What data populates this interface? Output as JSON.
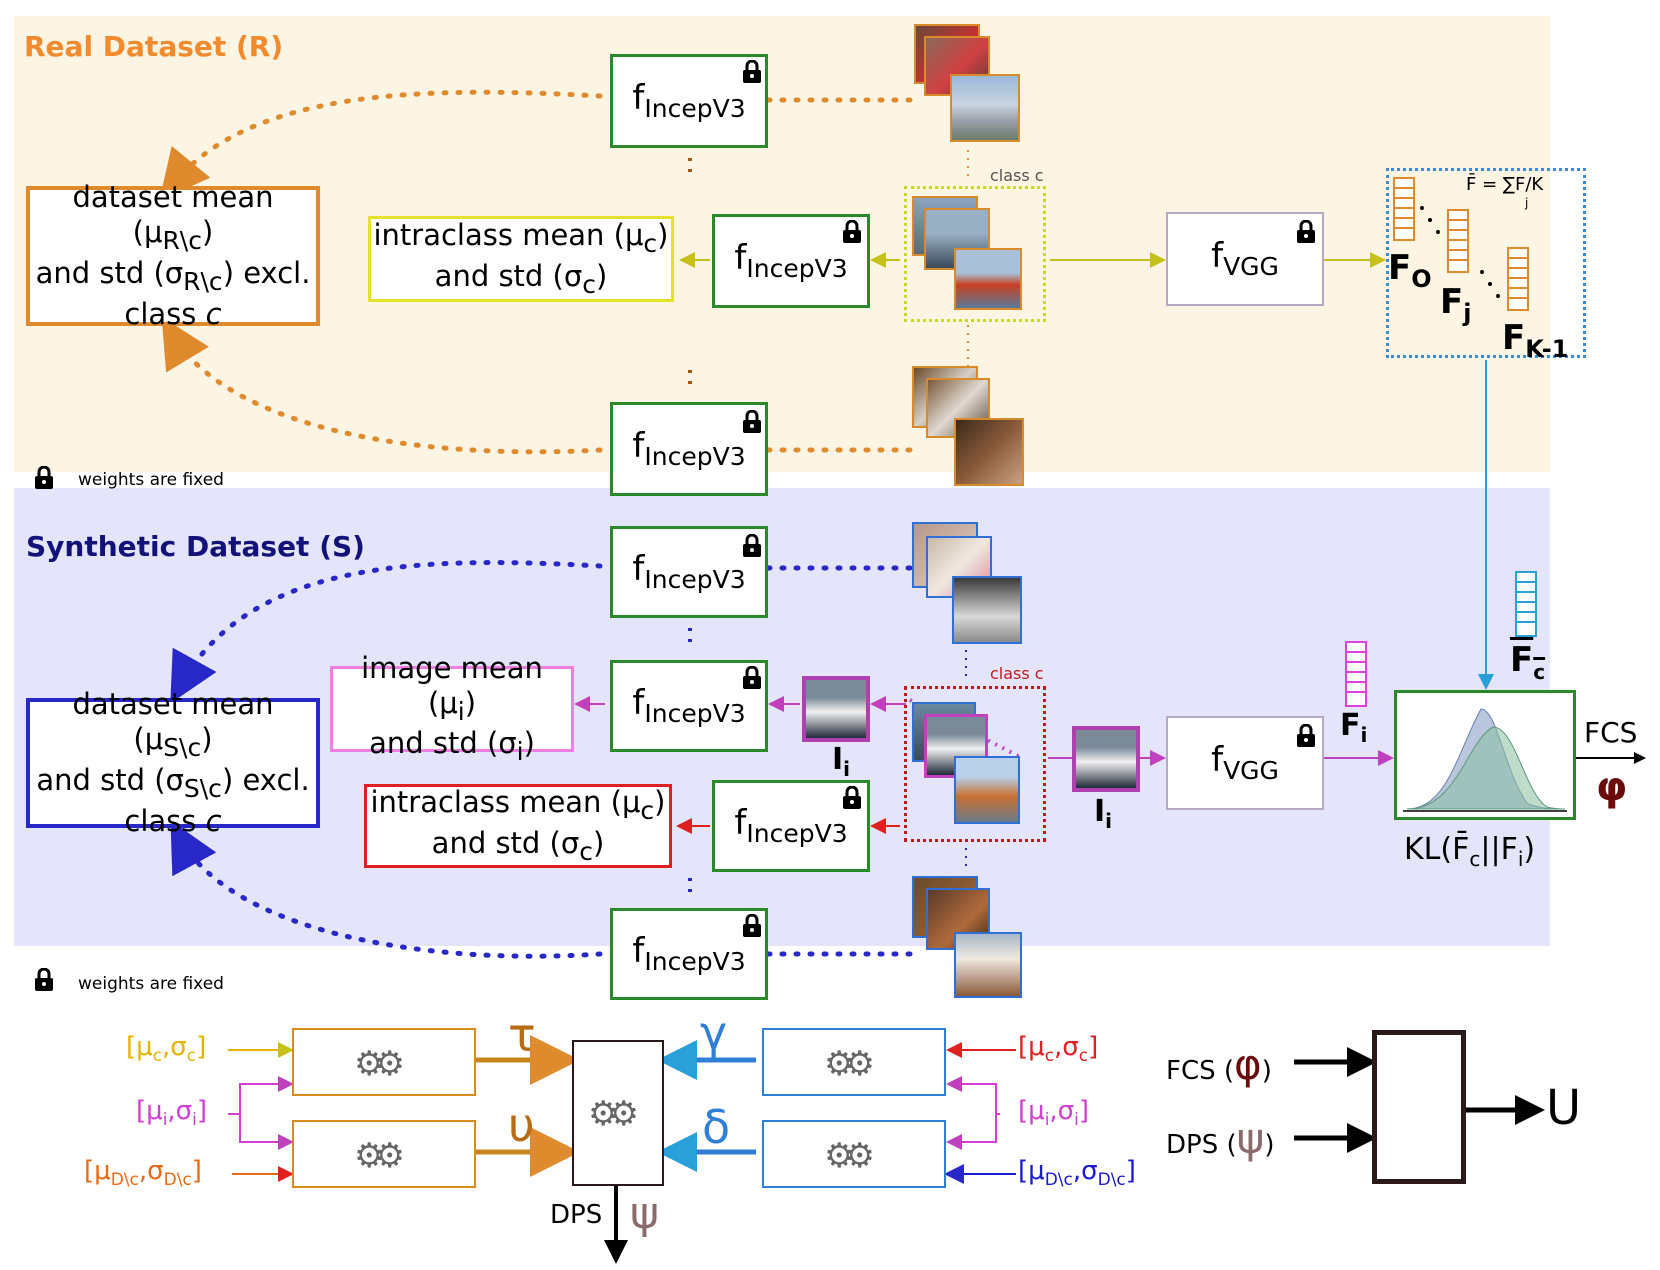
{
  "real": {
    "title": "Real Dataset (R)",
    "f_top": "f",
    "f_sub": "IncepV3",
    "dataset_box": {
      "line1": "dataset mean (μ",
      "sub1": "R\\c",
      "line1b": ")",
      "line2": "and std (σ",
      "sub2": "R\\c",
      "line2b": ") excl.",
      "line3": "class ",
      "line3i": "c"
    },
    "intraclass_box": {
      "line1": "intraclass mean (μ",
      "sub1": "c",
      "line1b": ")",
      "line2": "and std (σ",
      "sub2": "c",
      "line2b": ")"
    },
    "class_label": "class c",
    "vgg": "f",
    "vgg_sub": "VGG",
    "weights_note": "weights are fixed",
    "formula": "F̄ = ∑F/K",
    "formula_sub": "j",
    "features": [
      {
        "main": "F",
        "sub": "O"
      },
      {
        "main": "F",
        "sub": "j"
      },
      {
        "main": "F",
        "sub": "K-1"
      }
    ],
    "dots_v": ":"
  },
  "synthetic": {
    "title": "Synthetic Dataset (S)",
    "dataset_box": {
      "line1": "dataset mean (μ",
      "sub1": "S\\c",
      "line1b": ")",
      "line2": "and std (σ",
      "sub2": "S\\c",
      "line2b": ") excl.",
      "line3": "class ",
      "line3i": "c"
    },
    "image_box": {
      "line1": "image mean (μ",
      "sub1": "i",
      "line1b": ")",
      "line2": "and std (σ",
      "sub2": "i",
      "line2b": ")"
    },
    "intraclass_box": {
      "line1": "intraclass mean (μ",
      "sub1": "c",
      "line1b": ")",
      "line2": "and std (σ",
      "sub2": "c",
      "line2b": ")"
    },
    "class_label": "class c",
    "Ii": "I",
    "Ii_sub": "i",
    "Fi": "F",
    "Fi_sub": "i",
    "Fc": "F",
    "Fc_sub": "c",
    "kl": "KL(F̄",
    "kl_sub1": "c",
    "kl_mid": "||F",
    "kl_sub2": "i",
    "kl_end": ")",
    "fcs": "FCS",
    "phi": "φ",
    "weights_note": "weights are fixed"
  },
  "bottom": {
    "left_inputs": [
      {
        "text": "[μ",
        "s1": "c",
        "mid": ",σ",
        "s2": "c",
        "end": "]",
        "color": "#e8b400"
      },
      {
        "text": "[μ",
        "s1": "i",
        "mid": ",σ",
        "s2": "i",
        "end": "]",
        "color": "#d23fd2"
      },
      {
        "text": "[μ",
        "s1": "D\\c",
        "mid": ",σ",
        "s2": "D\\c",
        "end": "]",
        "color": "#e86a14"
      }
    ],
    "right_inputs": [
      {
        "text": "[μ",
        "s1": "c",
        "mid": ",σ",
        "s2": "c",
        "end": "]",
        "color": "#e02020"
      },
      {
        "text": "[μ",
        "s1": "i",
        "mid": ",σ",
        "s2": "i",
        "end": "]",
        "color": "#d23fd2"
      },
      {
        "text": "[μ",
        "s1": "D\\c",
        "mid": ",σ",
        "s2": "D\\c",
        "end": "]",
        "color": "#1a1ad6"
      }
    ],
    "tau": "τ",
    "upsilon": "υ",
    "gamma": "γ",
    "delta": "δ",
    "dps": "DPS",
    "psi": "ψ",
    "fcs_in": "FCS (",
    "phi": "φ",
    "dps_in": "DPS (",
    "close": ")",
    "output": "U"
  },
  "colors": {
    "real_bg": "#fcf5e3",
    "synth_bg": "#e4e4fb",
    "orange": "#e08a2e",
    "blue_dark": "#2828c8",
    "green_box": "#2a8a2a",
    "yellow_box": "#e6e22a",
    "pink_box": "#ef7fe0",
    "red_box": "#e02020",
    "purple": "#c040c0",
    "cyan": "#2aa0d8",
    "dark_red": "#6a0a0a",
    "psi_color": "#8a6a6a"
  }
}
